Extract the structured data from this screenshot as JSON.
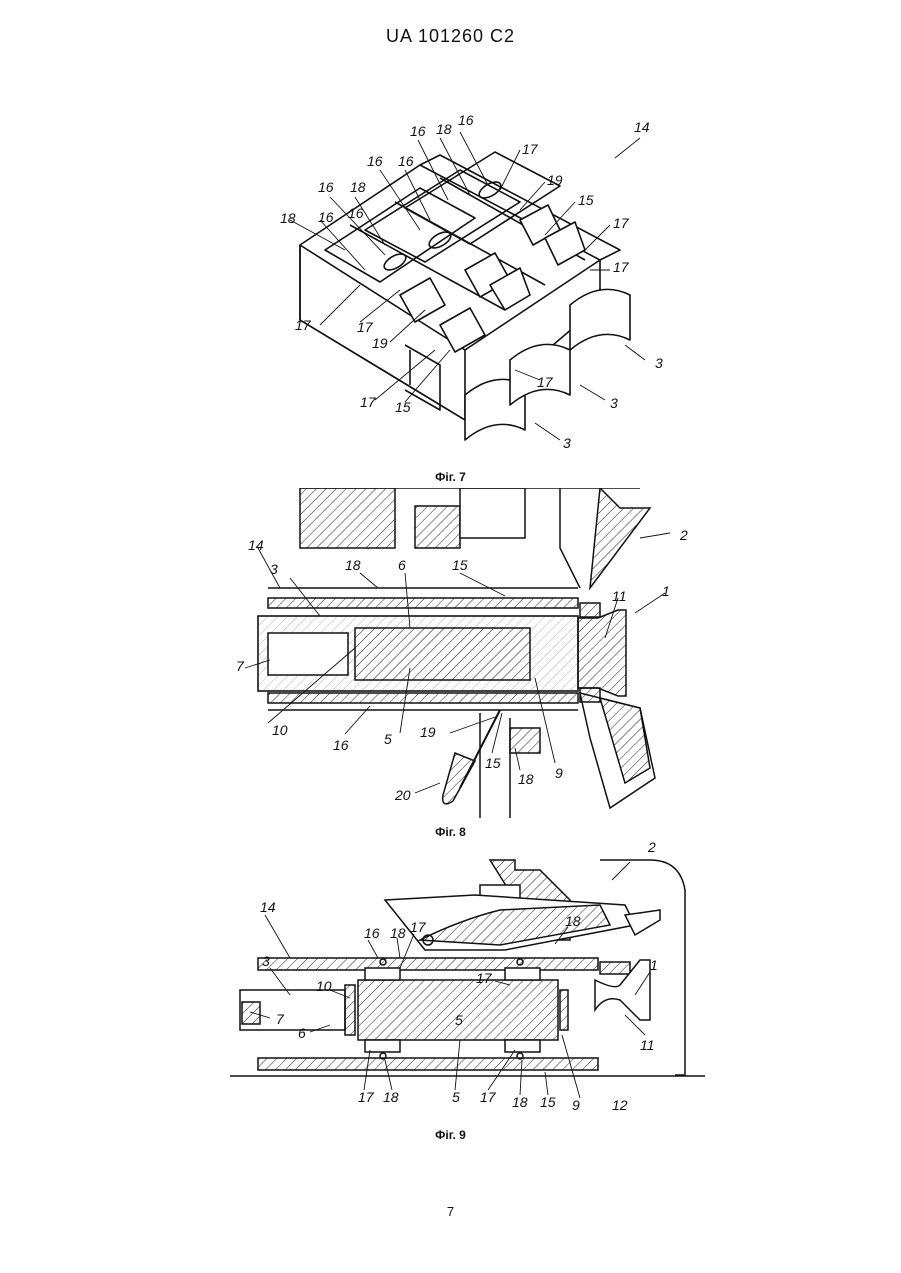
{
  "header": {
    "doc_id": "UA   101260   C2"
  },
  "figures": {
    "fig7": {
      "caption": "Фіг. 7",
      "labels": [
        "14",
        "16",
        "18",
        "16",
        "17",
        "16",
        "16",
        "19",
        "15",
        "17",
        "16",
        "18",
        "16",
        "18",
        "16",
        "17",
        "17",
        "17",
        "19",
        "17",
        "15",
        "17",
        "3",
        "3",
        "3"
      ]
    },
    "fig8": {
      "caption": "Фіг. 8",
      "labels": [
        "2",
        "14",
        "3",
        "18",
        "6",
        "15",
        "1",
        "11",
        "7",
        "10",
        "16",
        "5",
        "19",
        "15",
        "18",
        "9",
        "20"
      ]
    },
    "fig9": {
      "caption": "Фіг. 9",
      "labels": [
        "2",
        "14",
        "16",
        "18",
        "17",
        "18",
        "3",
        "10",
        "17",
        "1",
        "7",
        "6",
        "5",
        "11",
        "17",
        "18",
        "5",
        "17",
        "18",
        "15",
        "9",
        "12"
      ]
    }
  },
  "page_number": "7"
}
